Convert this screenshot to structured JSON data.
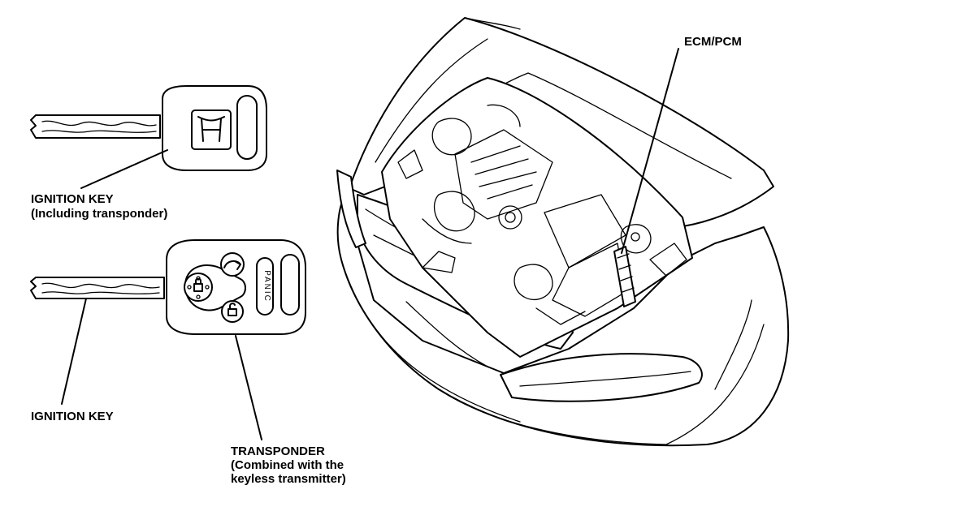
{
  "labels": {
    "ignition_key_transponder_line1": "IGNITION KEY",
    "ignition_key_transponder_line2": "(Including transponder)",
    "ignition_key": "IGNITION KEY",
    "transponder_line1": "TRANSPONDER",
    "transponder_line2": "(Combined with the",
    "transponder_line3": "keyless transmitter)",
    "ecm_pcm": "ECM/PCM"
  },
  "remote": {
    "panic_button_text": "PANIC"
  },
  "colors": {
    "line": "#000000",
    "background": "#ffffff"
  }
}
